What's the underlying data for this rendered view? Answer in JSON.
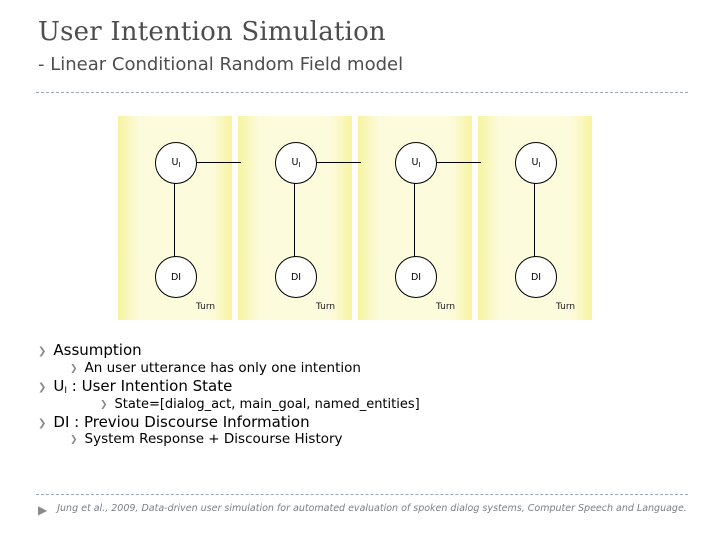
{
  "slide": {
    "title": "User Intention Simulation",
    "subtitle": "- Linear Conditional Random Field model"
  },
  "diagram": {
    "type": "linear-chain-crf",
    "turn_label": "Turn",
    "top_node_label": "U",
    "top_node_subscript": "I",
    "bottom_node_label": "DI",
    "columns": [
      {
        "turn": "Turn",
        "top": "U",
        "top_sub": "I",
        "bottom": "DI"
      },
      {
        "turn": "Turn",
        "top": "U",
        "top_sub": "I",
        "bottom": "DI"
      },
      {
        "turn": "Turn",
        "top": "U",
        "top_sub": "I",
        "bottom": "DI"
      },
      {
        "turn": "Turn",
        "top": "U",
        "top_sub": "I",
        "bottom": "DI"
      }
    ],
    "colors": {
      "box_fill": "#fcfbdc",
      "box_edge_fill": "#f7f3a0",
      "node_fill": "#ffffff",
      "node_stroke": "#000000"
    }
  },
  "bullets": [
    {
      "level": 1,
      "text": "Assumption"
    },
    {
      "level": 2,
      "text": "An user utterance has only one intention"
    },
    {
      "level": 1,
      "text": "U",
      "sub": "I",
      "rest": " : User Intention State"
    },
    {
      "level": 3,
      "text": "State=[dialog_act, main_goal, named_entities]"
    },
    {
      "level": 1,
      "text": "DI : Previou Discourse Information"
    },
    {
      "level": 2,
      "text": "System Response + Discourse History"
    }
  ],
  "bullet_texts": {
    "b0": "Assumption",
    "b1": "An user utterance has only one intention",
    "b2_pre": "U",
    "b2_sub": "I",
    "b2_post": " : User Intention State",
    "b3": "State=[dialog_act, main_goal, named_entities]",
    "b4": "DI : Previou Discourse Information",
    "b5": "System Response + Discourse History"
  },
  "footer": {
    "citation": "Jung et al., 2009, Data-driven user simulation for automated evaluation of spoken dialog systems, Computer Speech and Language."
  },
  "icons": {
    "bullet_marker": "❯",
    "footer_marker": "▶"
  },
  "theme": {
    "title_color": "#4d4d4d",
    "rule_color": "#9aa7b5",
    "footer_color": "#7a7f86"
  }
}
